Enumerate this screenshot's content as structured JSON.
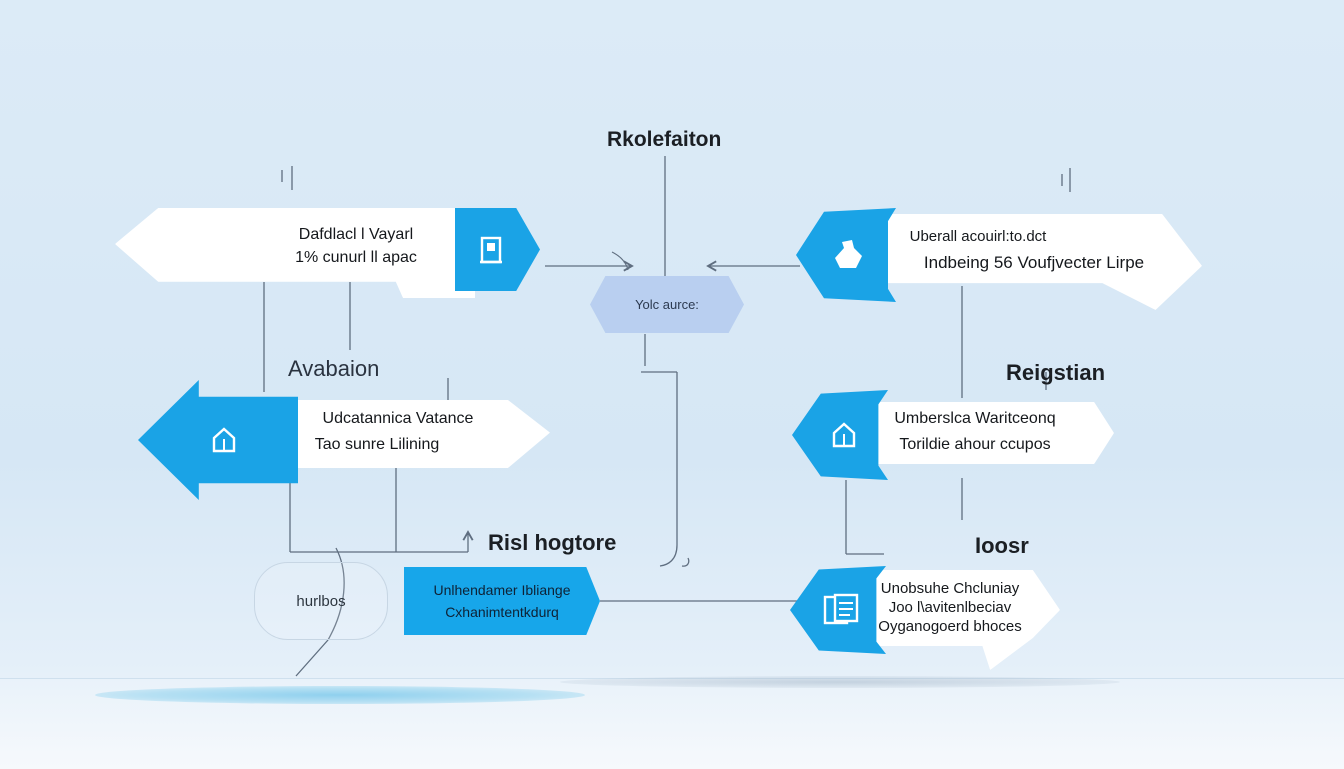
{
  "diagram": {
    "titles": {
      "top": "Rkolefaiton",
      "left": "Avabaion",
      "right": "Reigstian",
      "center_bottom": "Risl hogtore",
      "right_bottom": "Ioosr"
    },
    "hub": {
      "label": "Yolc aurce:"
    },
    "pill": {
      "label": "hurlbos"
    },
    "blue_box": {
      "line1": "Unlhendamer Ibliange",
      "line2": "Cxhanimtentkdurq"
    },
    "cards": {
      "top_left": {
        "line1": "Dafdlacl l Vayarl",
        "line2": "1% cunurl ll apac"
      },
      "mid_left": {
        "line1": "Udcatannica Vatance",
        "line2": "Tao sunre Lilining"
      },
      "top_right": {
        "line1": "Uberall acouirl:to.dct",
        "line2": "Indbeing 56 Voufjvecter Lirpe"
      },
      "mid_right": {
        "line1": "Umberslca Waritceonq",
        "line2": "Torildie ahour ccupos"
      },
      "bottom_right": {
        "line1": "Unobsuhe Chcluniay",
        "line2": "Joo l\\avitenlbeciav",
        "line3": "Oyganogoerd bhoces"
      }
    },
    "icons": {
      "top_left": "door-icon",
      "mid_left": "house-icon",
      "top_right": "bag-icon",
      "mid_right": "house-icon",
      "bottom_right": "document-icon"
    },
    "colors": {
      "accent": "#1aa3e6",
      "hub": "#b9cff0",
      "line": "#5f6e80",
      "card": "#ffffff"
    }
  }
}
